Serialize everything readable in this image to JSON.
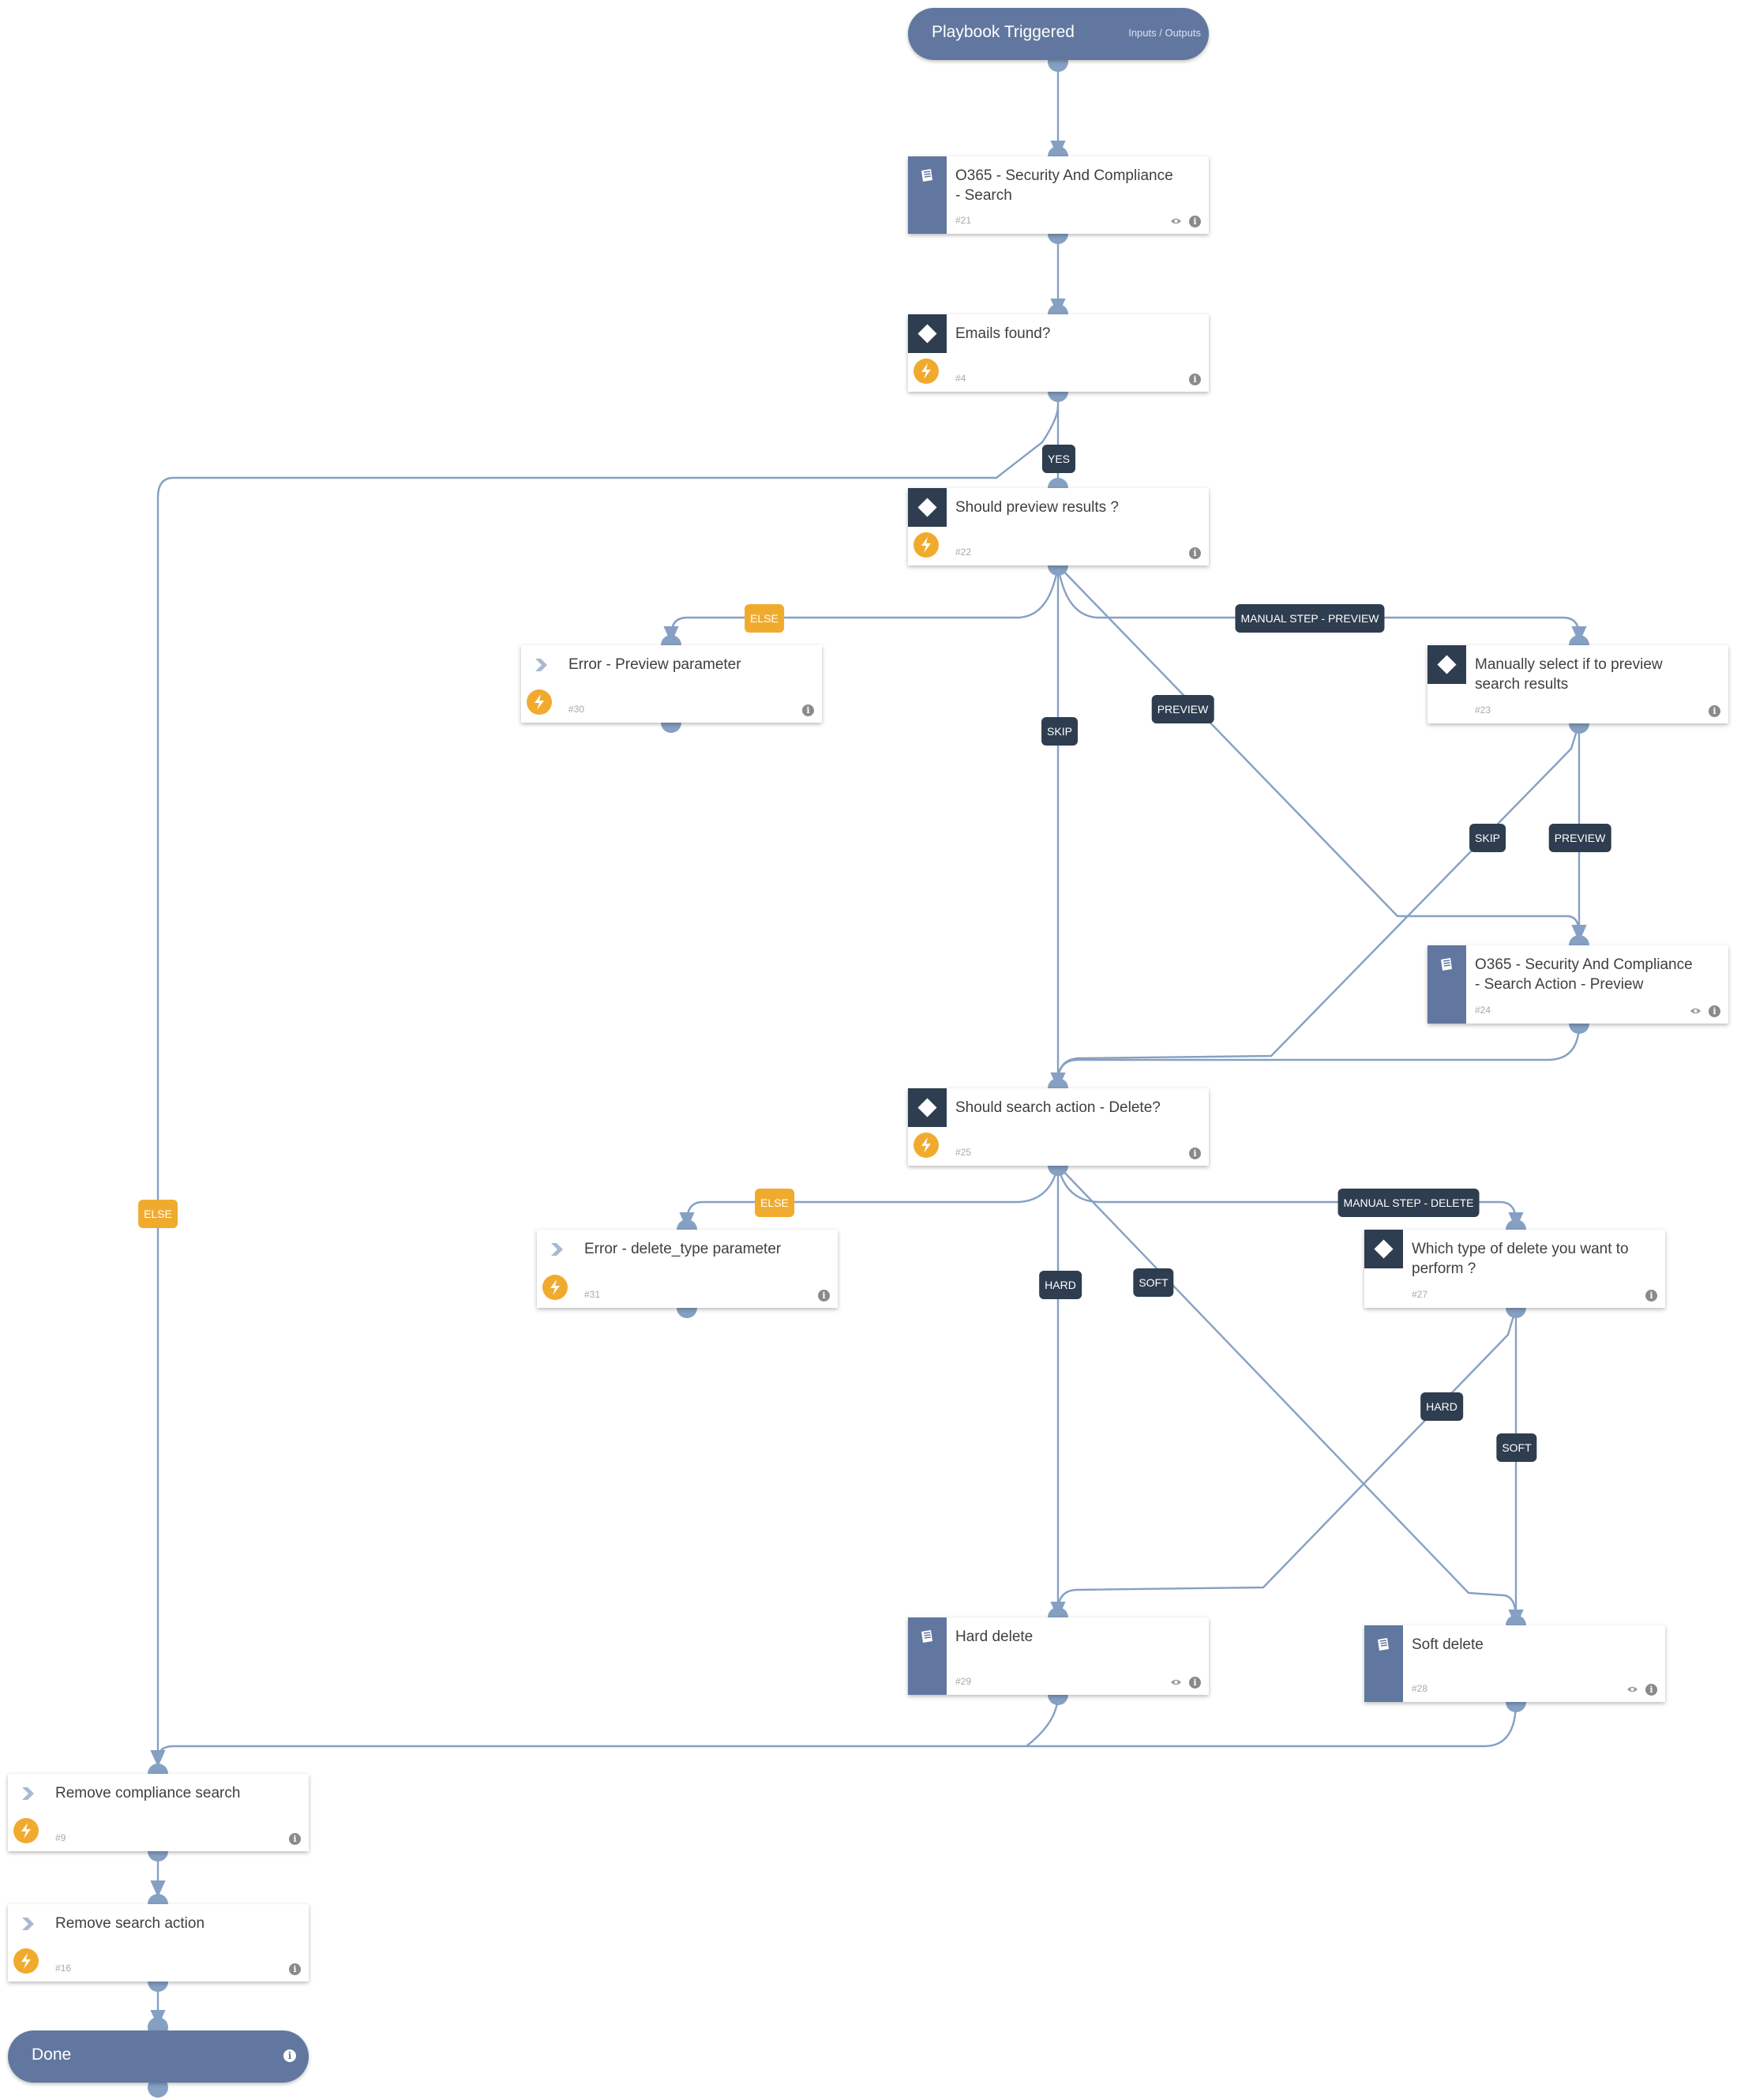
{
  "colors": {
    "edge": "#86a0c3",
    "port": "#86a0c3",
    "playbook_strip": "#61779f",
    "condition_box": "#2e3d4f",
    "automation_bolt": "#f0ab2f",
    "label_dark": "#2e3d4f",
    "label_else": "#f0ab2f",
    "pill": "#61779f"
  },
  "start": {
    "title": "Playbook Triggered",
    "links": "Inputs / Outputs"
  },
  "end": {
    "title": "Done"
  },
  "nodes": {
    "n21": {
      "type": "playbook",
      "title": "O365 - Security And Compliance - Search",
      "num": "#21",
      "icons": [
        "eye-icon",
        "info-icon"
      ]
    },
    "n4": {
      "type": "condition",
      "title": "Emails found?",
      "num": "#4",
      "icons": [
        "bolt-icon",
        "info-icon"
      ]
    },
    "n22": {
      "type": "condition",
      "title": "Should preview results ?",
      "num": "#22",
      "icons": [
        "bolt-icon",
        "info-icon"
      ]
    },
    "n30": {
      "type": "automation",
      "title": "Error - Preview parameter",
      "num": "#30",
      "icons": [
        "chevron-icon",
        "bolt-icon",
        "info-icon"
      ]
    },
    "n23": {
      "type": "manual",
      "title": "Manually select if to preview search results",
      "num": "#23",
      "icons": [
        "info-icon"
      ]
    },
    "n24": {
      "type": "playbook",
      "title": "O365 - Security And Compliance - Search Action - Preview",
      "num": "#24",
      "icons": [
        "eye-icon",
        "info-icon"
      ]
    },
    "n25": {
      "type": "condition",
      "title": "Should search action - Delete?",
      "num": "#25",
      "icons": [
        "bolt-icon",
        "info-icon"
      ]
    },
    "n31": {
      "type": "automation",
      "title": "Error - delete_type parameter",
      "num": "#31",
      "icons": [
        "chevron-icon",
        "bolt-icon",
        "info-icon"
      ]
    },
    "n27": {
      "type": "manual",
      "title": "Which type of delete you want to perform ?",
      "num": "#27",
      "icons": [
        "info-icon"
      ]
    },
    "n29": {
      "type": "playbook",
      "title": "Hard delete",
      "num": "#29",
      "icons": [
        "eye-icon",
        "info-icon"
      ]
    },
    "n28": {
      "type": "playbook",
      "title": "Soft delete",
      "num": "#28",
      "icons": [
        "eye-icon",
        "info-icon"
      ]
    },
    "n9": {
      "type": "automation",
      "title": "Remove compliance search",
      "num": "#9",
      "icons": [
        "chevron-icon",
        "bolt-icon",
        "info-icon"
      ]
    },
    "n16": {
      "type": "automation",
      "title": "Remove search action",
      "num": "#16",
      "icons": [
        "chevron-icon",
        "bolt-icon",
        "info-icon"
      ]
    }
  },
  "labels": {
    "yes": "YES",
    "else_preview": "ELSE",
    "manual_preview": "MANUAL STEP - PREVIEW",
    "skip_22": "SKIP",
    "preview_22": "PREVIEW",
    "skip_23": "SKIP",
    "preview_23": "PREVIEW",
    "else_main": "ELSE",
    "else_delete": "ELSE",
    "manual_delete": "MANUAL STEP - DELETE",
    "hard_25": "HARD",
    "soft_25": "SOFT",
    "hard_27": "HARD",
    "soft_27": "SOFT"
  }
}
